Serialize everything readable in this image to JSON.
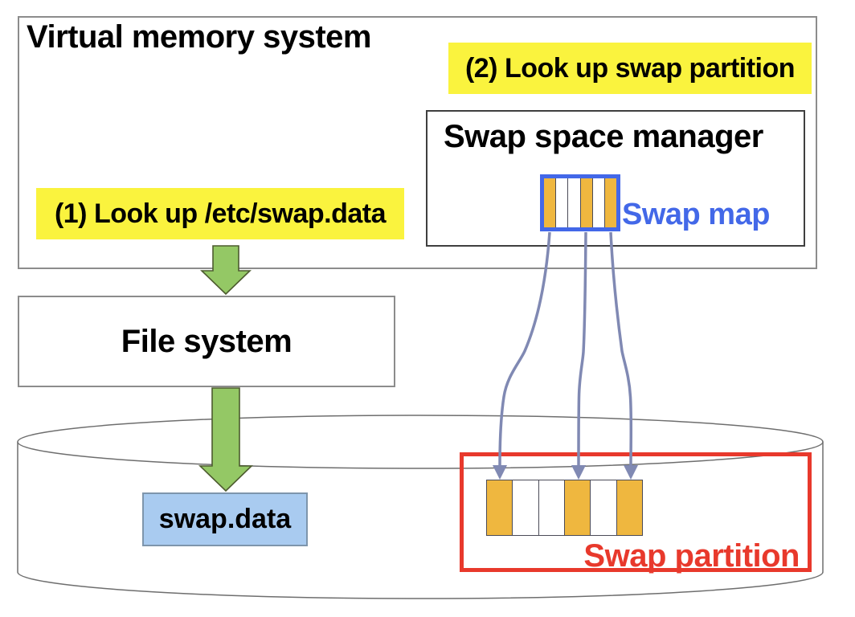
{
  "vm": {
    "title": "Virtual memory system"
  },
  "steps": {
    "step1": "(1) Look up /etc/swap.data",
    "step2": "(2) Look up swap partition"
  },
  "manager": {
    "title": "Swap space manager",
    "map_label": "Swap map",
    "map_cells": [
      "used",
      "free",
      "free",
      "used",
      "free",
      "used"
    ]
  },
  "file_system": {
    "title": "File system"
  },
  "disk": {
    "file_name": "swap.data",
    "partition_label": "Swap partition",
    "partition_cells": [
      "used",
      "free",
      "free",
      "used",
      "free",
      "used"
    ]
  },
  "colors": {
    "highlight_yellow": "#FAF33E",
    "used_cell_orange": "#EFB73F",
    "map_blue": "#4368E8",
    "partition_red": "#E8392C",
    "arrow_green_fill": "#94C865",
    "arrow_green_edge": "#4D5B2F",
    "file_blue_fill": "#A9CBF0",
    "file_blue_edge": "#7E95AC",
    "connector_slate": "#8089B3",
    "box_gray": "#8C8C8C",
    "box_dark": "#3F3F3F",
    "cylinder_gray": "#6E6E6E",
    "cell_divider": "#4B4B57"
  }
}
